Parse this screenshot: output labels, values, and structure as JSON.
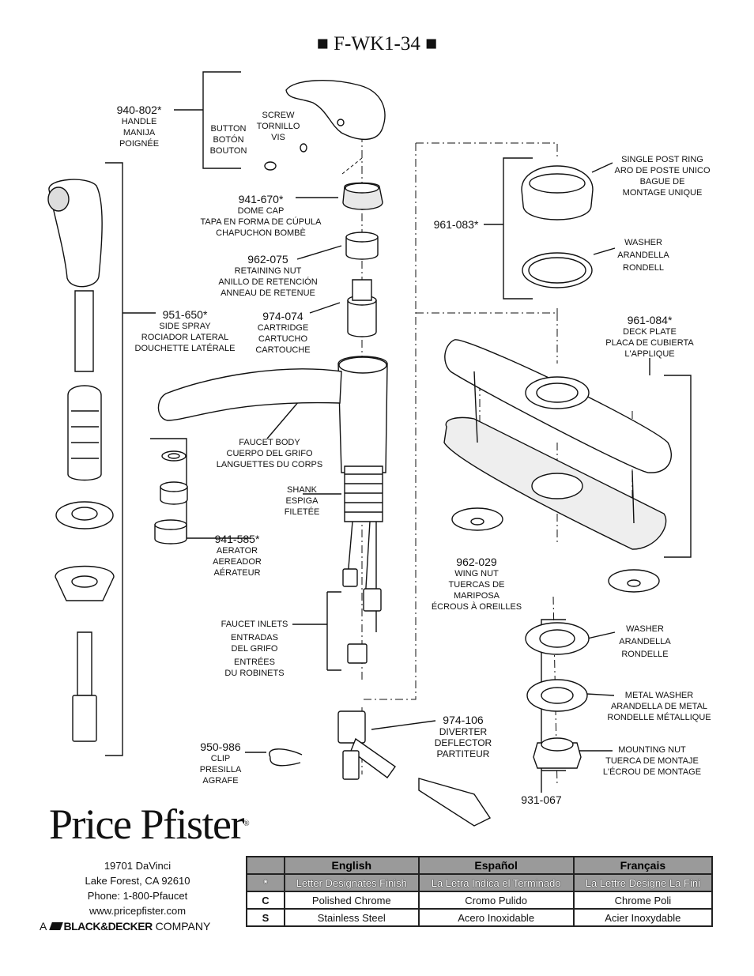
{
  "title": "■ F-WK1-34 ■",
  "parts": [
    {
      "id": "handle",
      "number": "940-802*",
      "lines": [
        "HANDLE",
        "MANIJA",
        "POIGNÉE"
      ]
    },
    {
      "id": "screw",
      "number": "",
      "lines": [
        "SCREW",
        "TORNILLO",
        "VIS"
      ]
    },
    {
      "id": "button",
      "number": "",
      "lines": [
        "BUTTON",
        "BOTÓN",
        "BOUTON"
      ]
    },
    {
      "id": "dome-cap",
      "number": "941-670*",
      "lines": [
        "DOME CAP",
        "TAPA EN FORMA DE CÚPULA",
        "CHAPUCHON BOMBÈ"
      ]
    },
    {
      "id": "retaining-nut",
      "number": "962-075",
      "lines": [
        "RETAINING NUT",
        "ANILLO DE RETENCIÓN",
        "ANNEAU DE RETENUE"
      ]
    },
    {
      "id": "cartridge",
      "number": "974-074",
      "lines": [
        "CARTRIDGE",
        "CARTUCHO",
        "CARTOUCHE"
      ]
    },
    {
      "id": "side-spray",
      "number": "951-650*",
      "lines": [
        "SIDE SPRAY",
        "ROCIADOR LATERAL",
        "DOUCHETTE LATÉRALE"
      ]
    },
    {
      "id": "faucet-body",
      "number": "",
      "lines": [
        "FAUCET BODY",
        "CUERPO DEL GRIFO",
        "LANGUETTES DU CORPS"
      ]
    },
    {
      "id": "shank",
      "number": "",
      "lines": [
        "SHANK",
        "ESPIGA",
        "FILETÉE"
      ]
    },
    {
      "id": "aerator",
      "number": "941-585*",
      "lines": [
        "AERATOR",
        "AEREADOR",
        "AÉRATEUR"
      ]
    },
    {
      "id": "faucet-inlets",
      "number": "",
      "lines": [
        "FAUCET INLETS",
        "ENTRADAS",
        "DEL GRIFO",
        "ENTRÉES",
        "DU ROBINETS"
      ]
    },
    {
      "id": "diverter",
      "number": "974-106",
      "lines": [
        "DIVERTER",
        "DEFLECTOR",
        "PARTITEUR"
      ]
    },
    {
      "id": "clip",
      "number": "950-986",
      "lines": [
        "CLIP",
        "PRESILLA",
        "AGRAFE"
      ]
    },
    {
      "id": "single-post-ring",
      "number": "",
      "lines": [
        "SINGLE POST RING",
        "ARO DE POSTE UNICO",
        "BAGUE DE",
        "MONTAGE UNIQUE"
      ]
    },
    {
      "id": "washer-top",
      "number": "",
      "lines": [
        "WASHER",
        "ARANDELLA",
        "RONDELL"
      ]
    },
    {
      "id": "ring-kit",
      "number": "961-083*",
      "lines": []
    },
    {
      "id": "deck-plate",
      "number": "961-084*",
      "lines": [
        "DECK PLATE",
        "PLACA DE CUBIERTA",
        "L'APPLIQUE"
      ]
    },
    {
      "id": "wing-nut",
      "number": "962-029",
      "lines": [
        "WING NUT",
        "TUERCAS DE MARIPOSA",
        "ÉCROUS À OREILLES"
      ]
    },
    {
      "id": "washer-bottom",
      "number": "",
      "lines": [
        "WASHER",
        "ARANDELLA",
        "RONDELLE"
      ]
    },
    {
      "id": "metal-washer",
      "number": "",
      "lines": [
        "METAL WASHER",
        "ARANDELLA DE METAL",
        "RONDELLE MÉTALLIQUE"
      ]
    },
    {
      "id": "mounting-nut",
      "number": "",
      "lines": [
        "MOUNTING NUT",
        "TUERCA DE MONTAJE",
        "L'ÉCROU DE MONTAGE"
      ]
    },
    {
      "id": "mount-kit",
      "number": "931-067",
      "lines": []
    }
  ],
  "brand": {
    "logo": "Price Pfister",
    "address": [
      "19701 DaVinci",
      "Lake Forest, CA  92610",
      "Phone: 1-800-Pfaucet",
      "www.pricepfister.com"
    ],
    "company_prefix": "A",
    "company_brand": "BLACK&DECKER",
    "company_suffix": "COMPANY"
  },
  "finish_table": {
    "headers": [
      "",
      "English",
      "Español",
      "Français"
    ],
    "rows": [
      [
        "*",
        "Letter Designates Finish",
        "La Letra Indica el Terminado",
        "La Lettre Designe La Fini"
      ],
      [
        "C",
        "Polished Chrome",
        "Cromo Pulido",
        "Chrome Poli"
      ],
      [
        "S",
        "Stainless Steel",
        "Acero Inoxidable",
        "Acier Inoxydable"
      ]
    ]
  }
}
